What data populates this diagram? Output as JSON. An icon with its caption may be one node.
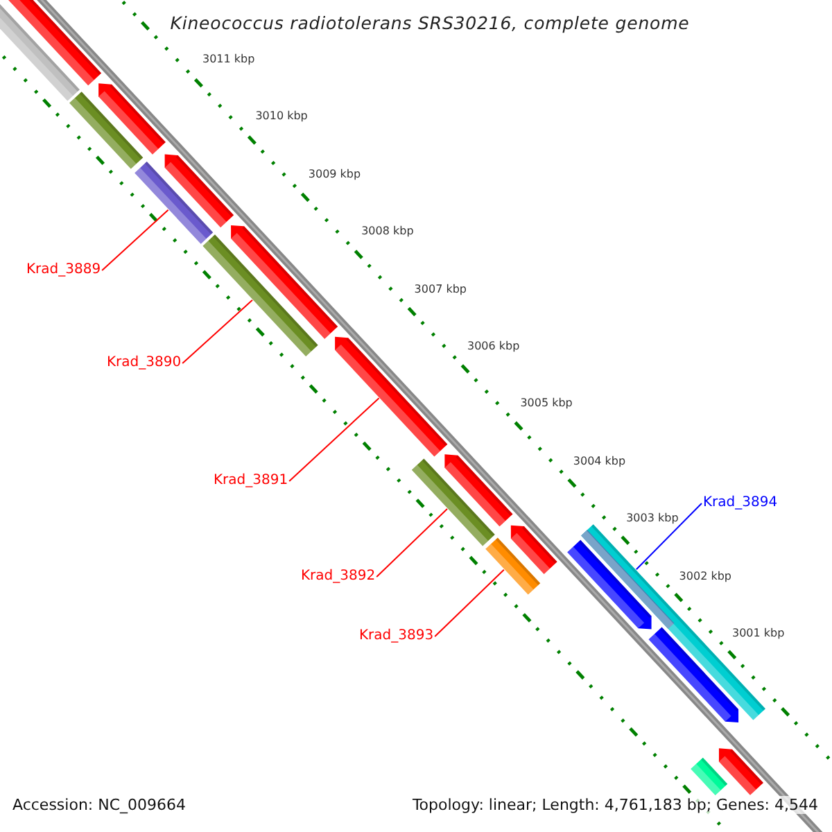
{
  "diagram": {
    "title": "Kineococcus radiotolerans SRS30216, complete genome",
    "nodes": [
      {
        "text": [
          "Krad_3889"
        ]
      },
      {
        "text": [
          "Krad_3890"
        ]
      },
      {
        "text": [
          "Krad_3891"
        ]
      },
      {
        "text": [
          "Krad_3892"
        ]
      },
      {
        "text": [
          "Krad_3893"
        ]
      },
      {
        "text": [
          "Krad_3894"
        ]
      },
      {
        "text": [],
        "shape": "bar"
      },
      {
        "text": [],
        "shape": "pentagon"
      },
      {
        "text": [],
        "shape": "bar"
      },
      {
        "text": [],
        "shape": "pentagon"
      },
      {
        "text": [],
        "shape": "bar"
      },
      {
        "text": [],
        "shape": "pentagon"
      },
      {
        "text": [],
        "shape": "bar"
      },
      {
        "text": [],
        "shape": "pentagon"
      },
      {
        "text": [],
        "shape": "pentagon"
      },
      {
        "text": [],
        "shape": "bar"
      },
      {
        "text": [],
        "shape": "pentagon"
      },
      {
        "text": [],
        "shape": "bar"
      },
      {
        "text": [],
        "shape": "pentagon"
      },
      {
        "text": [],
        "shape": "bar"
      },
      {
        "text": [],
        "shape": "pentagon"
      },
      {
        "text": [],
        "shape": "pentagon"
      },
      {
        "text": [],
        "shape": "bar"
      },
      {
        "text": [],
        "shape": "pentagon"
      }
    ],
    "edges": [
      {
        "from": 0,
        "to": 10,
        "arrow": "none"
      },
      {
        "from": 1,
        "to": 12,
        "arrow": "none"
      },
      {
        "from": 2,
        "to": 14,
        "arrow": "none"
      },
      {
        "from": 3,
        "to": 15,
        "arrow": "none"
      },
      {
        "from": 4,
        "to": 17,
        "arrow": "none"
      },
      {
        "from": 5,
        "to": 19,
        "arrow": "none",
        "color": "#0000ff"
      }
    ],
    "labels": [
      "3011 kbp",
      "3010 kbp",
      "3009 kbp",
      "3008 kbp",
      "3007 kbp",
      "3006 kbp",
      "3005 kbp",
      "3004 kbp",
      "3003 kbp",
      "3002 kbp",
      "3001 kbp",
      "Accession: NC_009664",
      "Topology: linear; Length: 4,761,183 bp; Genes: 4,544"
    ]
  }
}
